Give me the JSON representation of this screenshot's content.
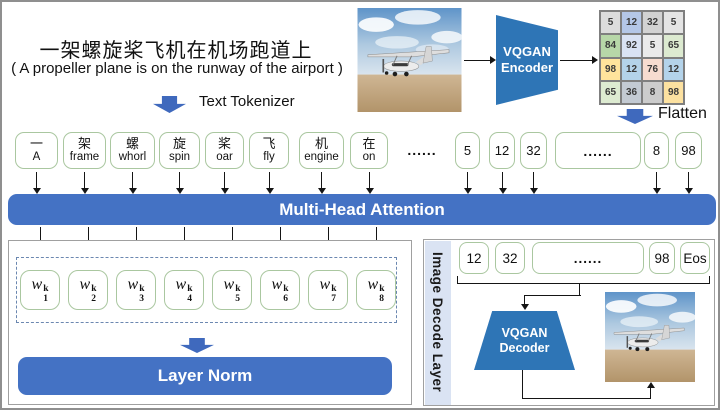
{
  "caption": {
    "chinese": "一架螺旋桨飞机在机场跑道上",
    "english": "( A propeller plane is on the runway of the airport )"
  },
  "tokenizer_label": "Text Tokenizer",
  "flatten_label": "Flatten",
  "encoder": {
    "line1": "VQGAN",
    "line2": "Encoder"
  },
  "decoder": {
    "line1": "VQGAN",
    "line2": "Decoder"
  },
  "colors": {
    "bar_blue": "#4472c4",
    "trapezoid_blue": "#2e75b6",
    "block_arrow_blue": "#3f69bd",
    "token_border_green": "#aac7a0",
    "strip_bg": "#dae3f3"
  },
  "encoder_grid": {
    "cells": [
      {
        "v": "5",
        "bg": "#dcdcdc"
      },
      {
        "v": "12",
        "bg": "#b4c7e7"
      },
      {
        "v": "32",
        "bg": "#d2d2d2"
      },
      {
        "v": "5",
        "bg": "#e4e4e4"
      },
      {
        "v": "84",
        "bg": "#b7d7a8"
      },
      {
        "v": "92",
        "bg": "#d9e2f3"
      },
      {
        "v": "5",
        "bg": "#eaeaea"
      },
      {
        "v": "65",
        "bg": "#dcead0"
      },
      {
        "v": "98",
        "bg": "#ffe49c"
      },
      {
        "v": "12",
        "bg": "#b4d3ea"
      },
      {
        "v": "76",
        "bg": "#f7dcd0"
      },
      {
        "v": "12",
        "bg": "#b4d3ea"
      },
      {
        "v": "65",
        "bg": "#ddebd1"
      },
      {
        "v": "36",
        "bg": "#c3cad3"
      },
      {
        "v": "8",
        "bg": "#cccccc"
      },
      {
        "v": "98",
        "bg": "#fce1a0"
      }
    ]
  },
  "text_tokens": [
    {
      "zh": "一",
      "en": "A"
    },
    {
      "zh": "架",
      "en": "frame"
    },
    {
      "zh": "螺",
      "en": "whorl"
    },
    {
      "zh": "旋",
      "en": "spin"
    },
    {
      "zh": "桨",
      "en": "oar"
    },
    {
      "zh": "飞",
      "en": "fly"
    },
    {
      "zh": "机",
      "en": "engine"
    },
    {
      "zh": "在",
      "en": "on"
    }
  ],
  "ellipsis": "......",
  "image_tokens": [
    "5",
    "12",
    "32",
    "......",
    "8",
    "98"
  ],
  "attention": {
    "label": "Multi-Head Attention"
  },
  "weights": [
    {
      "base": "w",
      "sup": "k",
      "sub": "1"
    },
    {
      "base": "w",
      "sup": "k",
      "sub": "2"
    },
    {
      "base": "w",
      "sup": "k",
      "sub": "3"
    },
    {
      "base": "w",
      "sup": "k",
      "sub": "4"
    },
    {
      "base": "w",
      "sup": "k",
      "sub": "5"
    },
    {
      "base": "w",
      "sup": "k",
      "sub": "6"
    },
    {
      "base": "w",
      "sup": "k",
      "sub": "7"
    },
    {
      "base": "w",
      "sup": "k",
      "sub": "8"
    }
  ],
  "layer_norm": {
    "label": "Layer Norm"
  },
  "decode_section": {
    "title": "Image Decode Layer",
    "tokens": [
      "12",
      "32",
      "......",
      "98",
      "Eos"
    ]
  }
}
